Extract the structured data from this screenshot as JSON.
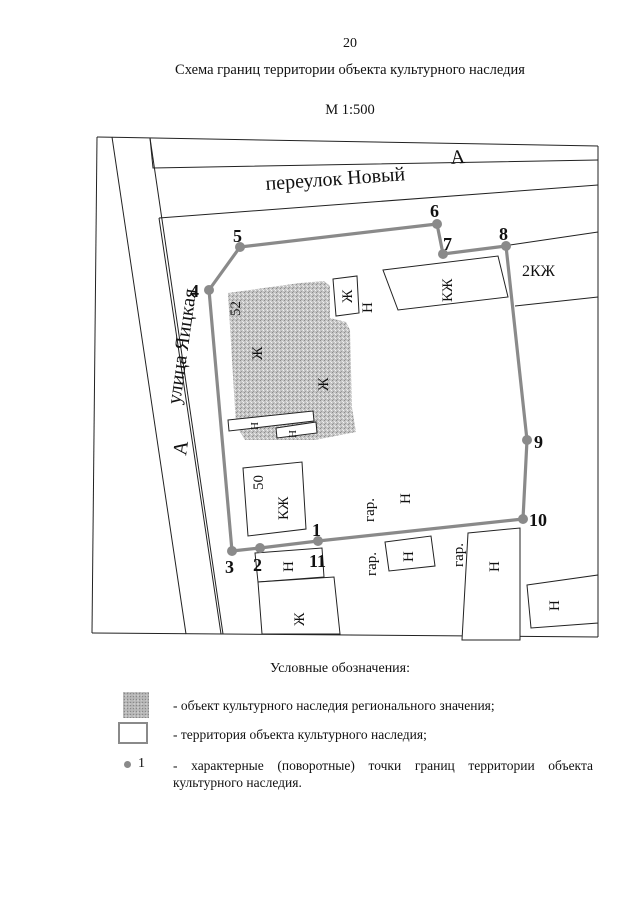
{
  "header": {
    "page_number": "20",
    "title": "Схема границ территории объекта культурного наследия",
    "scale": "М 1:500"
  },
  "map": {
    "streets": {
      "lane_label": "переулок Новый",
      "lane_category": "А",
      "street_label": "улица Яицкая",
      "street_category": "А"
    },
    "building_labels": {
      "house_number_52": "52",
      "house_number_50": "50",
      "zh_1": "Ж",
      "zh_2": "Ж",
      "zh_3": "Ж",
      "zh_4": "Ж",
      "n_1": "Н",
      "n_2": "Н",
      "n_3": "Н",
      "n_4": "Н",
      "n_5": "Н",
      "n_6": "Н",
      "n_7": "Н",
      "n_8": "Н",
      "kzh_1": "КЖ",
      "kzh_2": "КЖ",
      "kzh_3": "2КЖ",
      "gar_1": "гар.",
      "gar_2": "гар.",
      "gar_3": "гар."
    },
    "boundary_color": "#8a8a8a",
    "heritage_fill_color": "#b9b9b9",
    "points": [
      {
        "id": "1",
        "label": "1"
      },
      {
        "id": "2",
        "label": "2"
      },
      {
        "id": "3",
        "label": "3"
      },
      {
        "id": "4",
        "label": "4"
      },
      {
        "id": "5",
        "label": "5"
      },
      {
        "id": "6",
        "label": "6"
      },
      {
        "id": "7",
        "label": "7"
      },
      {
        "id": "8",
        "label": "8"
      },
      {
        "id": "9",
        "label": "9"
      },
      {
        "id": "10",
        "label": "10"
      },
      {
        "id": "11",
        "label": "11"
      }
    ]
  },
  "legend": {
    "title": "Условные обозначения:",
    "items": [
      {
        "symbol": "heritage-object-fill",
        "text": "- объект культурного наследия регионального значения;"
      },
      {
        "symbol": "territory-outline",
        "text": "- территория объекта культурного наследия;"
      },
      {
        "symbol": "boundary-point",
        "symbol_label": "1",
        "text": "- характерные (поворотные) точки границ территории объекта культурного наследия."
      }
    ]
  }
}
